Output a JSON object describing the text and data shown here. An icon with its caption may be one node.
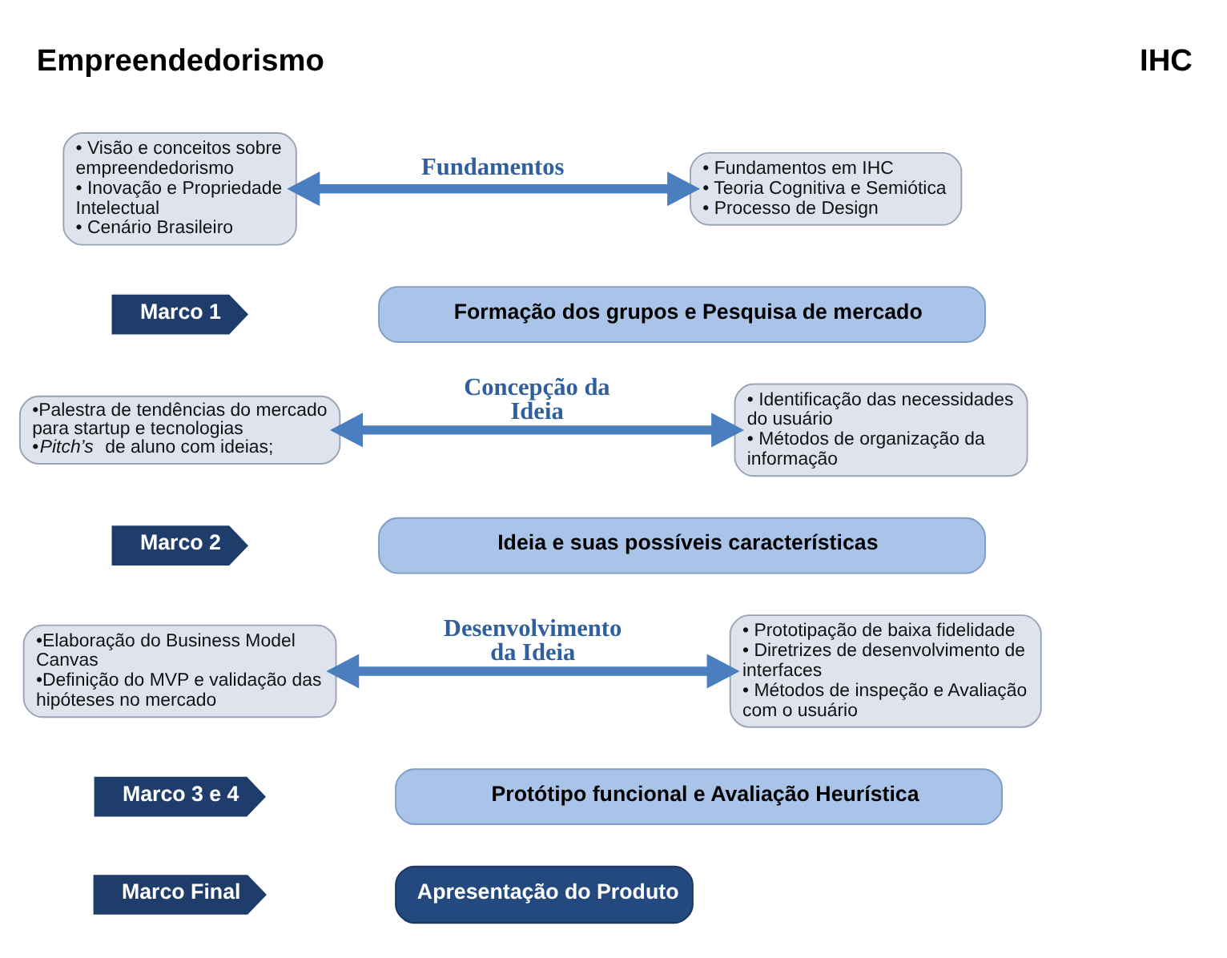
{
  "diagram": {
    "nodes": [
      {
        "text": [
          "• Visão e conceitos sobre empreendedorismo",
          "• Inovação e Propriedade Intelectual",
          "• Cenário Brasileiro"
        ]
      },
      {
        "text": [
          "• Fundamentos em IHC",
          "• Teoria Cognitiva e Semiótica",
          "• Processo de Design"
        ]
      },
      {
        "text": [
          "Marco 1"
        ]
      },
      {
        "text": [
          "Formação dos grupos e Pesquisa de mercado"
        ]
      },
      {
        "text": [
          "•Palestra de tendências do mercado para startup e tecnologias",
          "•*Pitch’s* de aluno com ideias;"
        ]
      },
      {
        "text": [
          "• Identificação das necessidades do usuário",
          "• Métodos de organização da informação"
        ]
      },
      {
        "text": [
          "Marco 2"
        ]
      },
      {
        "text": [
          "Ideia e suas possíveis características"
        ]
      },
      {
        "text": [
          "•Elaboração do Business Model Canvas",
          "•Definição do MVP e validação das hipóteses no mercado"
        ]
      },
      {
        "text": [
          "• Prototipação de baixa fidelidade",
          "• Diretrizes de desenvolvimento de interfaces",
          "• Métodos de inspeção e Avaliação com o usuário"
        ]
      },
      {
        "text": [
          "Marco 3 e 4"
        ]
      },
      {
        "text": [
          "Protótipo funcional e Avaliação Heurística"
        ]
      },
      {
        "text": [
          "Marco Final"
        ]
      },
      {
        "text": [
          "Apresentação do Produto"
        ]
      }
    ],
    "edges": [
      {
        "from": 0,
        "to": 1,
        "arrow": "both",
        "label": "Fundamentos"
      },
      {
        "from": 4,
        "to": 5,
        "arrow": "both",
        "label": "Concepção da Ideia"
      },
      {
        "from": 8,
        "to": 9,
        "arrow": "both",
        "label": "Desenvolvimento da Ideia"
      }
    ],
    "labels": [
      "Empreendedorismo",
      "IHC"
    ]
  }
}
